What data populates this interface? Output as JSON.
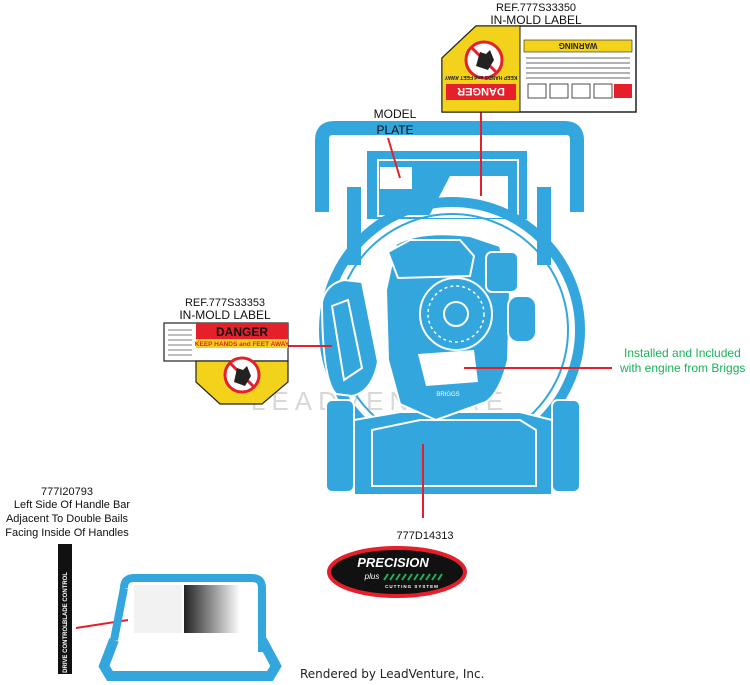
{
  "top_label": {
    "ref": "REF.777S33350",
    "name": "IN-MOLD LABEL",
    "signal": "WARNING",
    "headline": "DANGER",
    "subline": "KEEP HANDS and FEET AWAY"
  },
  "model_plate": {
    "line1": "MODEL",
    "line2": "PLATE"
  },
  "left_label": {
    "ref": "REF.777S33353",
    "name": "IN-MOLD LABEL",
    "headline": "DANGER",
    "subline": "KEEP HANDS and FEET AWAY"
  },
  "engine_note": {
    "line1": "Installed and Included",
    "line2": "with engine from Briggs"
  },
  "handle_label": {
    "part": "777I20793",
    "line1": "Left Side Of Handle Bar",
    "line2": "Adjacent To Double Bails",
    "line3": "Facing Inside Of Handles",
    "strip_top": "BLADE CONTROL",
    "strip_bottom": "DRIVE CONTROL"
  },
  "logo_label": {
    "part": "777D14313",
    "brand": "PRECISION",
    "sub": "plus",
    "tag": "CUTTING SYSTEM"
  },
  "watermark": "LEADVENTURE",
  "footer": "Rendered by LeadVenture, Inc.",
  "colors": {
    "mower_blue": "#33a6de",
    "outline": "#ffffff",
    "leader": "#e5202a",
    "danger_red": "#e5202a",
    "warning_yellow": "#f3d21c",
    "note_green": "#19b35a"
  }
}
